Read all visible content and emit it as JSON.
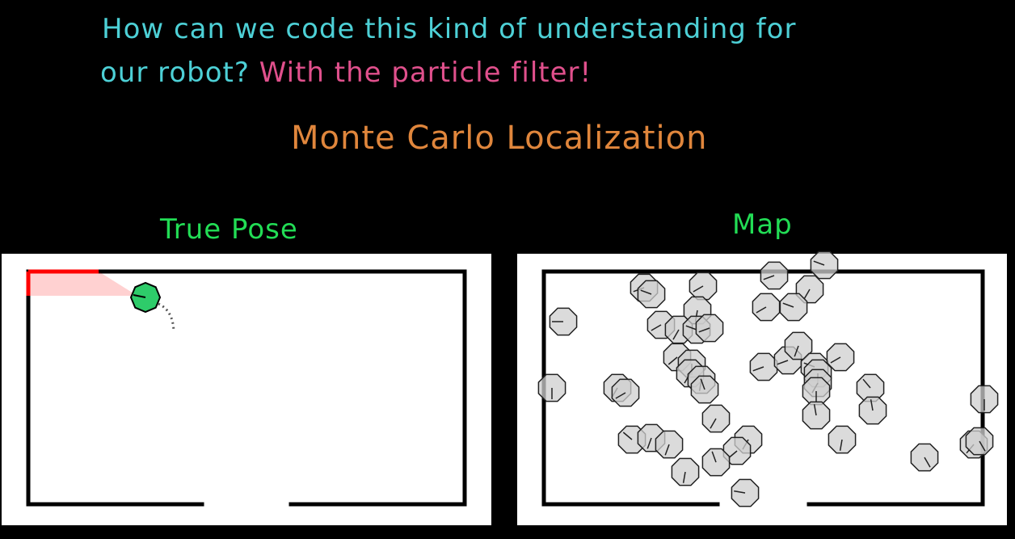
{
  "header": {
    "line1": "How can we code this kind of understanding for",
    "line2_prefix": "our robot?",
    "line2_highlight": "With the particle filter!",
    "subtitle": "Monte Carlo Localization"
  },
  "panels": {
    "left": {
      "title": "True Pose"
    },
    "right": {
      "title": "Map"
    }
  },
  "colors": {
    "background": "#000000",
    "line1_text": "#4dd0d6",
    "highlight_text": "#e0508c",
    "subtitle_text": "#e0863c",
    "panel_title": "#22dd55",
    "robot_fill": "#2ecc6a",
    "sensor_beam": "#ff0000",
    "particle_fill": "#cfcfcf"
  },
  "icons": {
    "robot": "green-octagon-robot-icon",
    "particle": "gray-octagon-particle-icon"
  }
}
